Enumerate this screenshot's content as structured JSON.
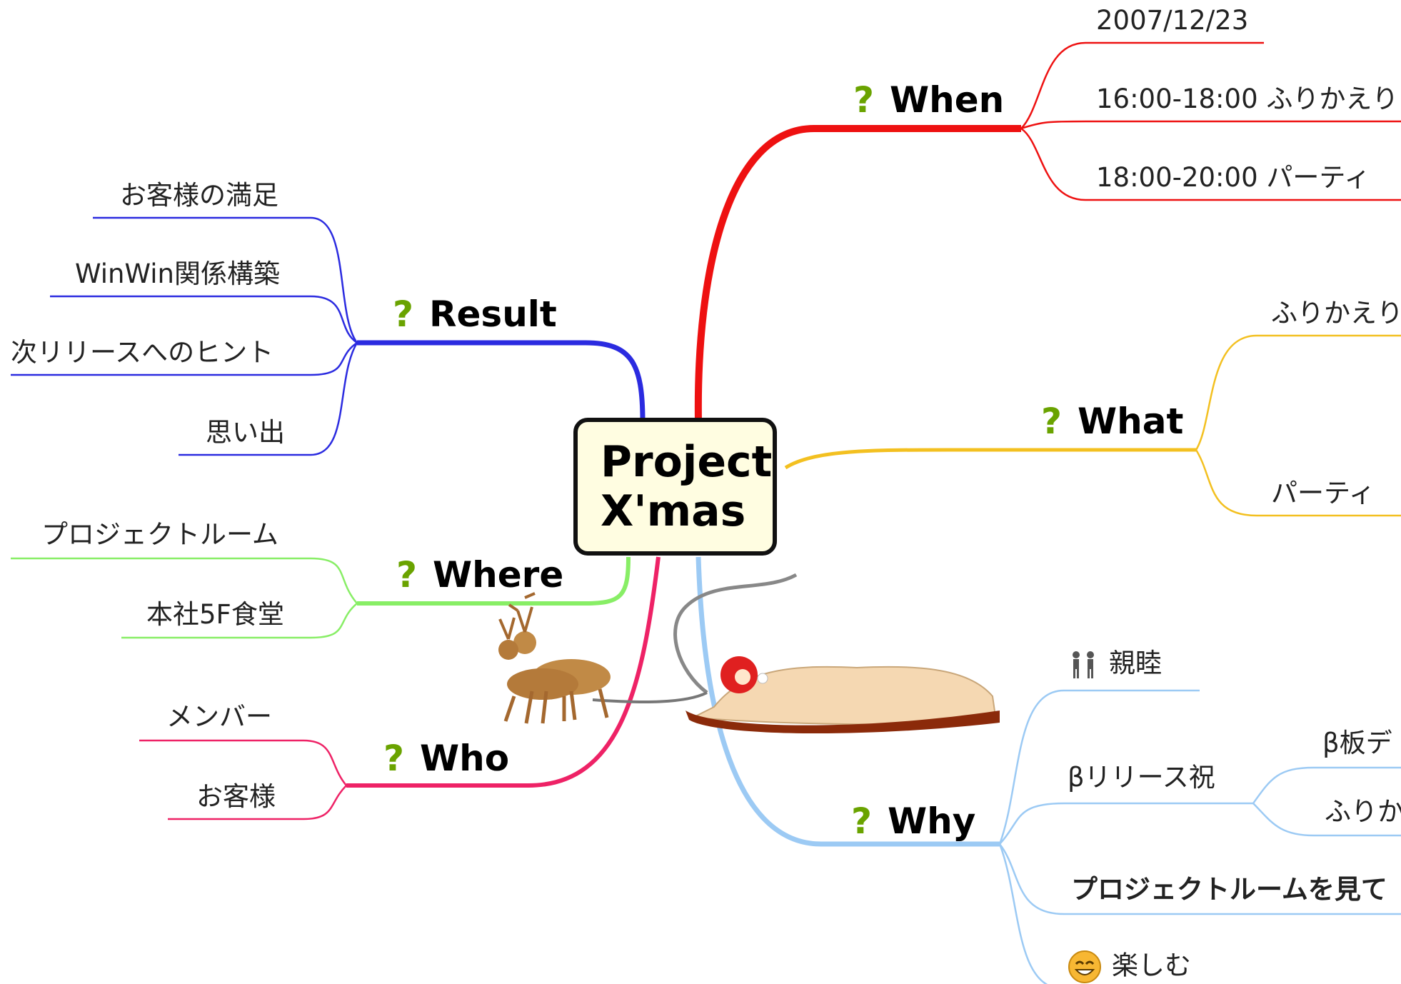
{
  "center": {
    "line1": "Project",
    "line2": "X'mas"
  },
  "question_mark": "?",
  "branches": {
    "when": {
      "label": "When",
      "color": "#ee1111",
      "items": [
        "2007/12/23",
        "16:00-18:00 ふりかえり",
        "18:00-20:00 パーティ"
      ]
    },
    "what": {
      "label": "What",
      "color": "#f3c020",
      "items": [
        "ふりかえり",
        "パーティ"
      ]
    },
    "why": {
      "label": "Why",
      "color": "#9ccaf4",
      "items": [
        "親睦",
        "βリリース祝",
        "プロジェクトルームを見て",
        "楽しむ"
      ],
      "sub": [
        "β板デ",
        "ふりか"
      ]
    },
    "result": {
      "label": "Result",
      "color": "#2b2be0",
      "items": [
        "お客様の満足",
        "WinWin関係構築",
        "次リリースへのヒント",
        "思い出"
      ]
    },
    "where": {
      "label": "Where",
      "color": "#88ee66",
      "items": [
        "プロジェクトルーム",
        "本社5F食堂"
      ]
    },
    "who": {
      "label": "Who",
      "color": "#ee2266",
      "items": [
        "メンバー",
        "お客様"
      ]
    }
  },
  "icons": {
    "people": "people-icon",
    "smile": "smiley-icon",
    "question": "question-icon",
    "sleigh": "reindeer-sleigh-illustration"
  }
}
